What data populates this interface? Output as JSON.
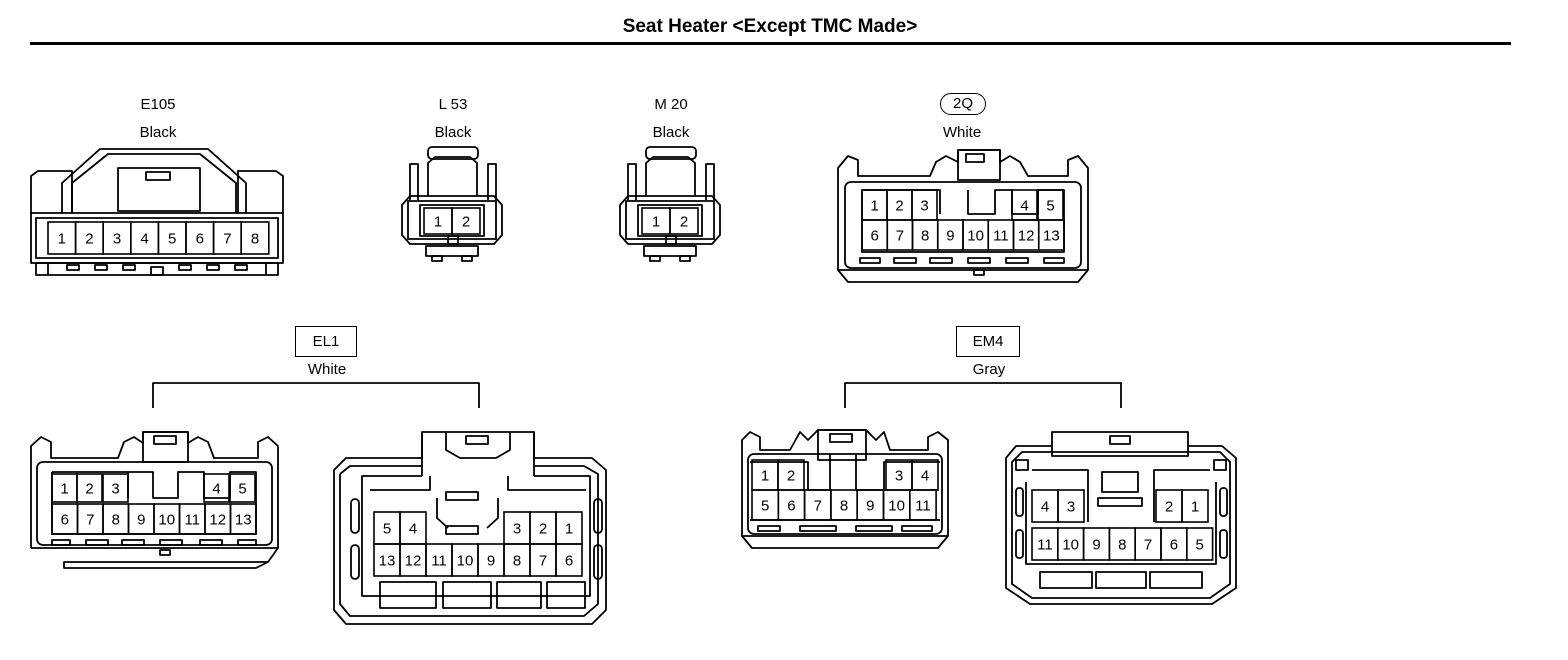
{
  "title": "Seat Heater <Except TMC Made>",
  "connectors": {
    "e105": {
      "code": "E105",
      "color": "Black",
      "pins": [
        "1",
        "2",
        "3",
        "4",
        "5",
        "6",
        "7",
        "8"
      ]
    },
    "l53": {
      "code": "L 53",
      "color": "Black",
      "pins": [
        "1",
        "2"
      ]
    },
    "m20": {
      "code": "M 20",
      "color": "Black",
      "pins": [
        "1",
        "2"
      ]
    },
    "q2": {
      "code": "2Q",
      "color": "White",
      "top_pins": [
        "1",
        "2",
        "3",
        "4",
        "5"
      ],
      "bottom_pins": [
        "6",
        "7",
        "8",
        "9",
        "10",
        "11",
        "12",
        "13"
      ]
    },
    "el1": {
      "code": "EL1",
      "color": "White",
      "male_top_pins": [
        "1",
        "2",
        "3",
        "4",
        "5"
      ],
      "male_bottom_pins": [
        "6",
        "7",
        "8",
        "9",
        "10",
        "11",
        "12",
        "13"
      ],
      "female_top_pins": [
        "5",
        "4",
        "3",
        "2",
        "1"
      ],
      "female_bottom_pins": [
        "13",
        "12",
        "11",
        "10",
        "9",
        "8",
        "7",
        "6"
      ]
    },
    "em4": {
      "code": "EM4",
      "color": "Gray",
      "male_top_pins": [
        "1",
        "2",
        "3",
        "4"
      ],
      "male_bottom_pins": [
        "5",
        "6",
        "7",
        "8",
        "9",
        "10",
        "11"
      ],
      "female_top_pins": [
        "4",
        "3",
        "2",
        "1"
      ],
      "female_bottom_pins": [
        "11",
        "10",
        "9",
        "8",
        "7",
        "6",
        "5"
      ]
    }
  }
}
